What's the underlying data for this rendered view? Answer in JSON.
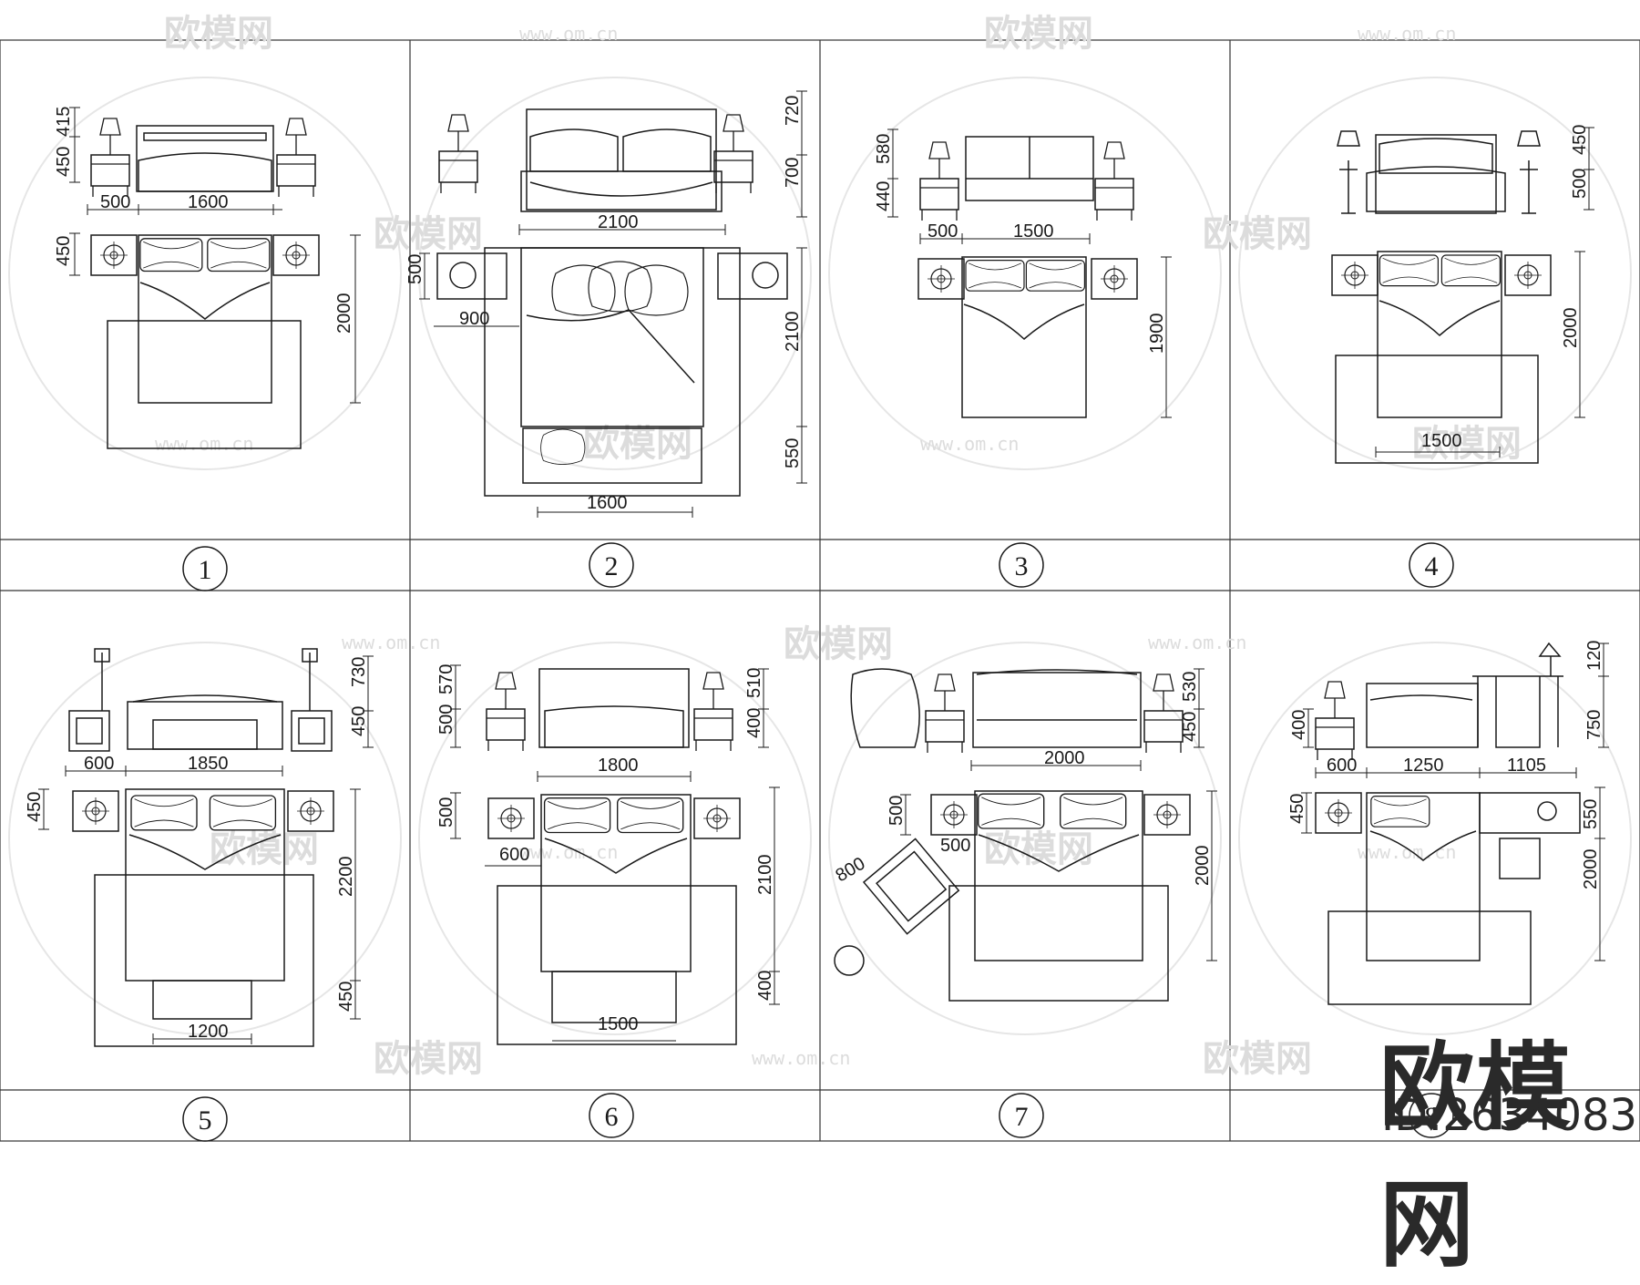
{
  "panels": [
    {
      "number": "1",
      "dims": [
        "450",
        "415",
        "500",
        "1600",
        "450",
        "2000"
      ]
    },
    {
      "number": "2",
      "dims": [
        "720",
        "700",
        "2100",
        "500",
        "900",
        "2100",
        "550",
        "1600"
      ]
    },
    {
      "number": "3",
      "dims": [
        "440",
        "580",
        "500",
        "1500",
        "1900"
      ]
    },
    {
      "number": "4",
      "dims": [
        "500",
        "450",
        "2000",
        "1500"
      ]
    },
    {
      "number": "5",
      "dims": [
        "730",
        "450",
        "600",
        "1850",
        "450",
        "2200",
        "450",
        "1200"
      ]
    },
    {
      "number": "6",
      "dims": [
        "500",
        "570",
        "400",
        "510",
        "1800",
        "500",
        "600",
        "2100",
        "400",
        "1500"
      ]
    },
    {
      "number": "7",
      "dims": [
        "450",
        "530",
        "2000",
        "500",
        "500",
        "800",
        "2000"
      ]
    },
    {
      "number": "8",
      "dims": [
        "400",
        "750",
        "120",
        "600",
        "1250",
        "1105",
        "450",
        "550",
        "2000"
      ]
    }
  ],
  "watermark": {
    "logo": "欧模网",
    "site": "www.om.cn",
    "id": "ID:2634083"
  },
  "colors": {
    "line": "#1a1a1a",
    "grid": "#333333",
    "watermark": "#d9d9d9"
  }
}
